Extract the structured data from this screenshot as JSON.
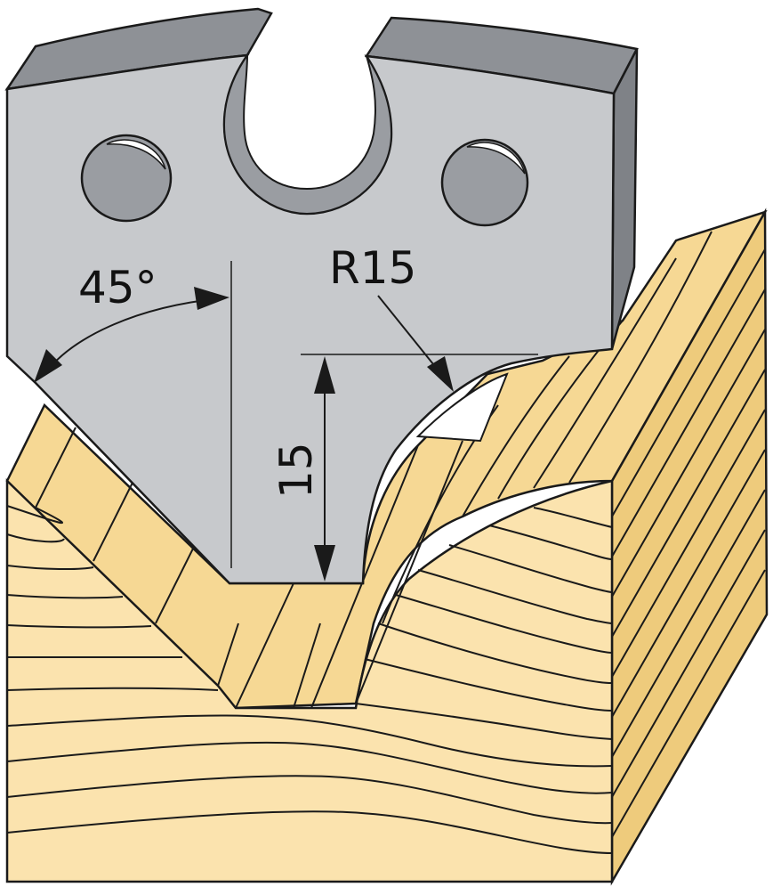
{
  "colors": {
    "blade_face": "#c7c9cc",
    "blade_edge": "#8e9196",
    "blade_inner": "#9a9da2",
    "wood_light": "#fbe3ae",
    "wood_mid": "#f6d894",
    "wood_dark": "#eecb7c",
    "outline": "#1a1a1a"
  },
  "labels": {
    "angle": "45°",
    "radius": "R15",
    "depth": "15"
  }
}
